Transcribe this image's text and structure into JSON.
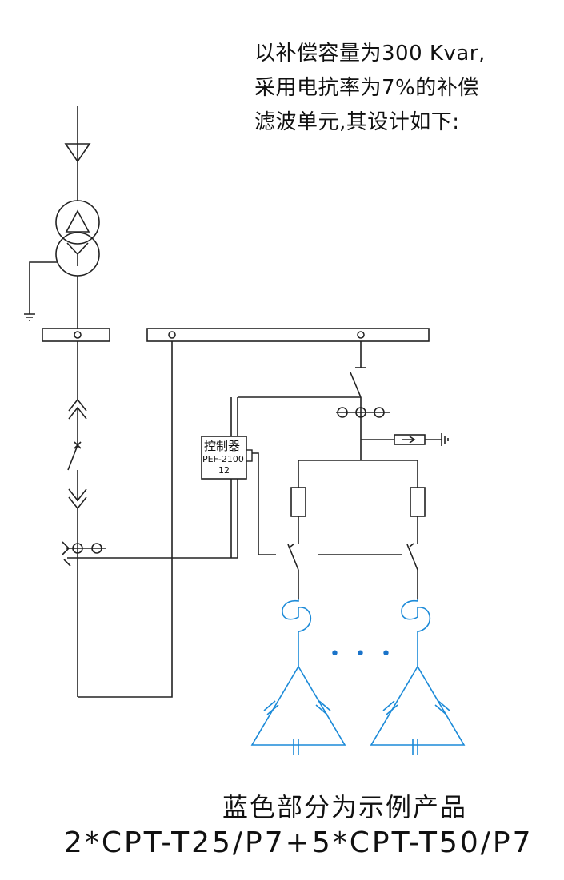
{
  "intro": {
    "lines": [
      "以补偿容量为300 Kvar,",
      "采用电抗率为7%的补偿",
      "滤波单元,其设计如下:"
    ]
  },
  "controller": {
    "title": "控制器",
    "model": "PEF-2100",
    "code": "12"
  },
  "ellipsis": "• • •",
  "caption": {
    "line1": "蓝色部分为示例产品",
    "line2": "2*CPT-T25/P7+5*CPT-T50/P7"
  },
  "colors": {
    "line": "#222222",
    "product": "#1b8ad8",
    "dots": "#1a73c9"
  }
}
